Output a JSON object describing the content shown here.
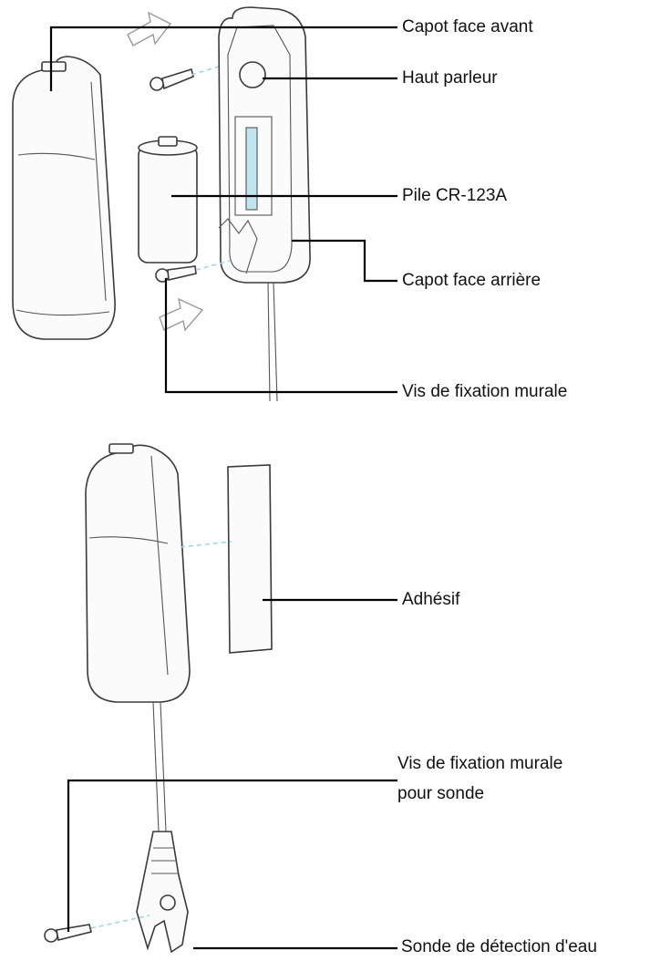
{
  "labels": {
    "front_cover": "Capot face avant",
    "speaker": "Haut parleur",
    "battery": "Pile CR-123A",
    "rear_cover": "Capot face arrière",
    "wall_screws": "Vis de fixation murale",
    "adhesive": "Adhésif",
    "probe_screw_line1": "Vis de fixation murale",
    "probe_screw_line2": "pour sonde",
    "water_probe": "Sonde de détection d'eau"
  }
}
